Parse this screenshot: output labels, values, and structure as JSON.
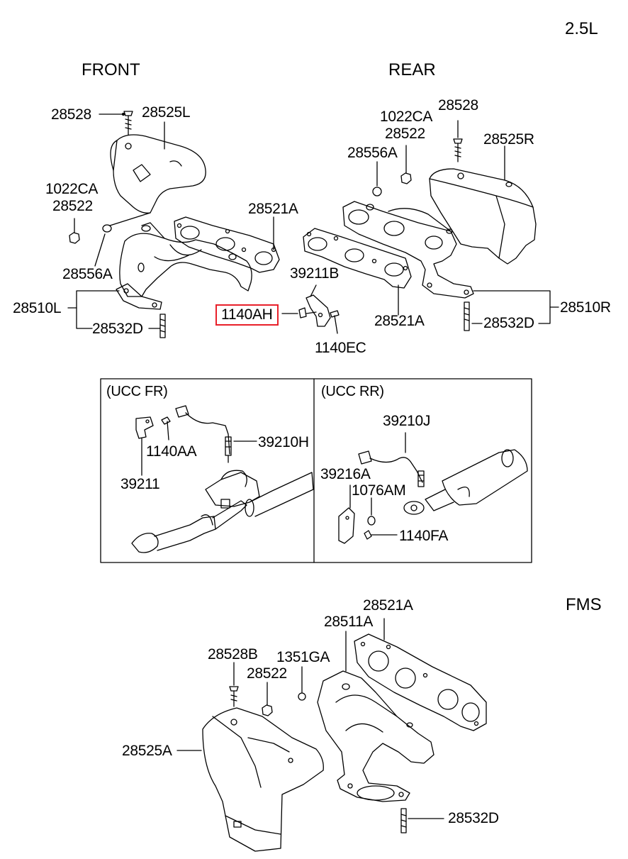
{
  "headers": {
    "engine": "2.5L",
    "front": "FRONT",
    "rear": "REAR",
    "fms": "FMS"
  },
  "insets": {
    "ucc_fr": "(UCC FR)",
    "ucc_rr": "(UCC RR)"
  },
  "top_labels": {
    "p28528_front": "28528",
    "p28525l": "28525L",
    "p1022ca_front": "1022CA",
    "p28522_front": "28522",
    "p28556a_front": "28556A",
    "p28510l": "28510L",
    "p28532d_front": "28532D",
    "p28521a_front": "28521A",
    "p39211b": "39211B",
    "p1140ah": "1140AH",
    "p1140ec": "1140EC",
    "p28521a_rear_bottom": "28521A",
    "p1022ca_rear": "1022CA",
    "p28522_rear": "28522",
    "p28528_rear": "28528",
    "p28525r": "28525R",
    "p28556a_rear": "28556A",
    "p28510r": "28510R",
    "p28532d_rear": "28532D"
  },
  "ucc_fr_labels": {
    "p1140aa": "1140AA",
    "p39210h": "39210H",
    "p39211": "39211"
  },
  "ucc_rr_labels": {
    "p39210j": "39210J",
    "p39216a": "39216A",
    "p1076am": "1076AM",
    "p1140fa": "1140FA"
  },
  "fms_labels": {
    "p28521a": "28521A",
    "p28511a": "28511A",
    "p28528b": "28528B",
    "p1351ga": "1351GA",
    "p28522": "28522",
    "p28525a": "28525A",
    "p28532d": "28532D"
  },
  "highlight": {
    "part": "1140AH",
    "color": "#e8202a"
  }
}
